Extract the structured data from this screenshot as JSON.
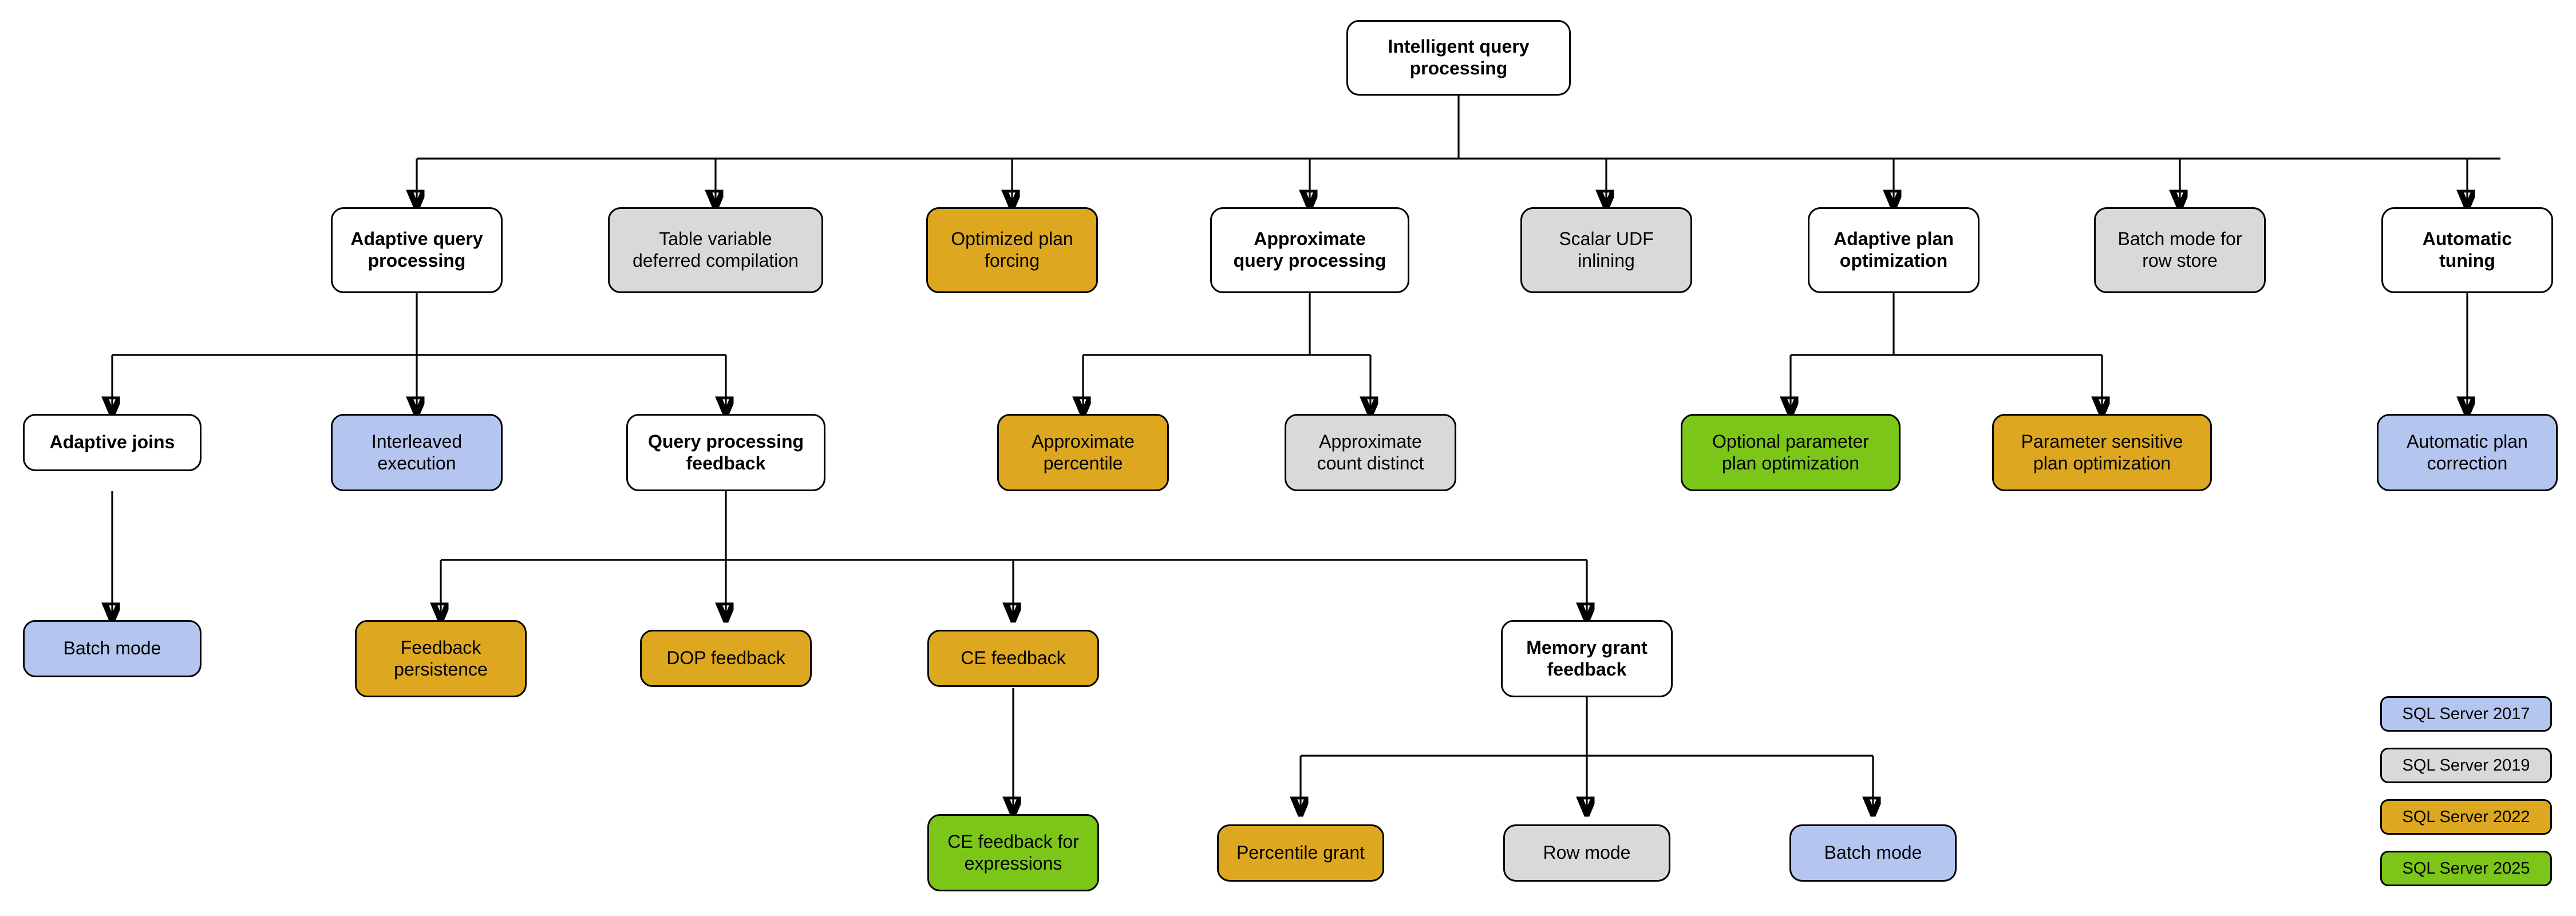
{
  "diagram": {
    "title": "Intelligent query processing",
    "type": "tree",
    "palette": {
      "white": "#ffffff",
      "gray": "#d9d9d9",
      "amber": "#dda71f",
      "blue": "#b4c5f0",
      "green": "#7bc618",
      "stroke": "#000000",
      "background": "#ffffff"
    },
    "nodes": {
      "root": {
        "label": "Intelligent query\nprocessing",
        "fill": "white",
        "weight": "bold"
      },
      "adaptive_query_processing": {
        "label": "Adaptive query\nprocessing",
        "fill": "white",
        "weight": "bold"
      },
      "table_variable_deferred_compilation": {
        "label": "Table variable\ndeferred compilation",
        "fill": "gray",
        "weight": "normal"
      },
      "optimized_plan_forcing": {
        "label": "Optimized plan\nforcing",
        "fill": "amber",
        "weight": "normal"
      },
      "approximate_query_processing": {
        "label": "Approximate\nquery processing",
        "fill": "white",
        "weight": "bold"
      },
      "scalar_udf_inlining": {
        "label": "Scalar UDF\ninlining",
        "fill": "gray",
        "weight": "normal"
      },
      "adaptive_plan_optimization": {
        "label": "Adaptive plan\noptimization",
        "fill": "white",
        "weight": "bold"
      },
      "batch_mode_for_row_store": {
        "label": "Batch mode for\nrow store",
        "fill": "gray",
        "weight": "normal"
      },
      "automatic_tuning": {
        "label": "Automatic\ntuning",
        "fill": "white",
        "weight": "bold"
      },
      "adaptive_joins": {
        "label": "Adaptive joins",
        "fill": "white",
        "weight": "bold"
      },
      "interleaved_execution": {
        "label": "Interleaved\nexecution",
        "fill": "blue",
        "weight": "normal"
      },
      "query_processing_feedback": {
        "label": "Query processing\nfeedback",
        "fill": "white",
        "weight": "bold"
      },
      "approximate_percentile": {
        "label": "Approximate\npercentile",
        "fill": "amber",
        "weight": "normal"
      },
      "approximate_count_distinct": {
        "label": "Approximate\ncount distinct",
        "fill": "gray",
        "weight": "normal"
      },
      "optional_parameter_plan_optimization": {
        "label": "Optional parameter\nplan optimization",
        "fill": "green",
        "weight": "normal"
      },
      "parameter_sensitive_plan_optimization": {
        "label": "Parameter sensitive\nplan optimization",
        "fill": "amber",
        "weight": "normal"
      },
      "automatic_plan_correction": {
        "label": "Automatic plan\ncorrection",
        "fill": "blue",
        "weight": "normal"
      },
      "batch_mode_adaptive_joins": {
        "label": "Batch mode",
        "fill": "blue",
        "weight": "normal"
      },
      "feedback_persistence": {
        "label": "Feedback\npersistence",
        "fill": "amber",
        "weight": "normal"
      },
      "dop_feedback": {
        "label": "DOP feedback",
        "fill": "amber",
        "weight": "normal"
      },
      "ce_feedback": {
        "label": "CE feedback",
        "fill": "amber",
        "weight": "normal"
      },
      "memory_grant_feedback": {
        "label": "Memory grant\nfeedback",
        "fill": "white",
        "weight": "bold"
      },
      "ce_feedback_for_expressions": {
        "label": "CE feedback for\nexpressions",
        "fill": "green",
        "weight": "normal"
      },
      "percentile_grant": {
        "label": "Percentile grant",
        "fill": "amber",
        "weight": "normal"
      },
      "row_mode": {
        "label": "Row mode",
        "fill": "gray",
        "weight": "normal"
      },
      "batch_mode_memory_grant": {
        "label": "Batch mode",
        "fill": "blue",
        "weight": "normal"
      }
    },
    "edges": [
      {
        "from": "root",
        "to": "adaptive_query_processing"
      },
      {
        "from": "root",
        "to": "table_variable_deferred_compilation"
      },
      {
        "from": "root",
        "to": "optimized_plan_forcing"
      },
      {
        "from": "root",
        "to": "approximate_query_processing"
      },
      {
        "from": "root",
        "to": "scalar_udf_inlining"
      },
      {
        "from": "root",
        "to": "adaptive_plan_optimization"
      },
      {
        "from": "root",
        "to": "batch_mode_for_row_store"
      },
      {
        "from": "root",
        "to": "automatic_tuning"
      },
      {
        "from": "adaptive_query_processing",
        "to": "adaptive_joins"
      },
      {
        "from": "adaptive_query_processing",
        "to": "interleaved_execution"
      },
      {
        "from": "adaptive_query_processing",
        "to": "query_processing_feedback"
      },
      {
        "from": "approximate_query_processing",
        "to": "approximate_percentile"
      },
      {
        "from": "approximate_query_processing",
        "to": "approximate_count_distinct"
      },
      {
        "from": "adaptive_plan_optimization",
        "to": "optional_parameter_plan_optimization"
      },
      {
        "from": "adaptive_plan_optimization",
        "to": "parameter_sensitive_plan_optimization"
      },
      {
        "from": "automatic_tuning",
        "to": "automatic_plan_correction"
      },
      {
        "from": "adaptive_joins",
        "to": "batch_mode_adaptive_joins"
      },
      {
        "from": "query_processing_feedback",
        "to": "feedback_persistence"
      },
      {
        "from": "query_processing_feedback",
        "to": "dop_feedback"
      },
      {
        "from": "query_processing_feedback",
        "to": "ce_feedback"
      },
      {
        "from": "query_processing_feedback",
        "to": "memory_grant_feedback"
      },
      {
        "from": "ce_feedback",
        "to": "ce_feedback_for_expressions"
      },
      {
        "from": "memory_grant_feedback",
        "to": "percentile_grant"
      },
      {
        "from": "memory_grant_feedback",
        "to": "row_mode"
      },
      {
        "from": "memory_grant_feedback",
        "to": "batch_mode_memory_grant"
      }
    ]
  },
  "legend": {
    "items": [
      {
        "label": "SQL Server 2017",
        "fill": "blue",
        "color": "#b4c5f0"
      },
      {
        "label": "SQL Server 2019",
        "fill": "gray",
        "color": "#d9d9d9"
      },
      {
        "label": "SQL Server 2022",
        "fill": "amber",
        "color": "#dda71f"
      },
      {
        "label": "SQL Server 2025",
        "fill": "green",
        "color": "#7bc618"
      }
    ]
  }
}
